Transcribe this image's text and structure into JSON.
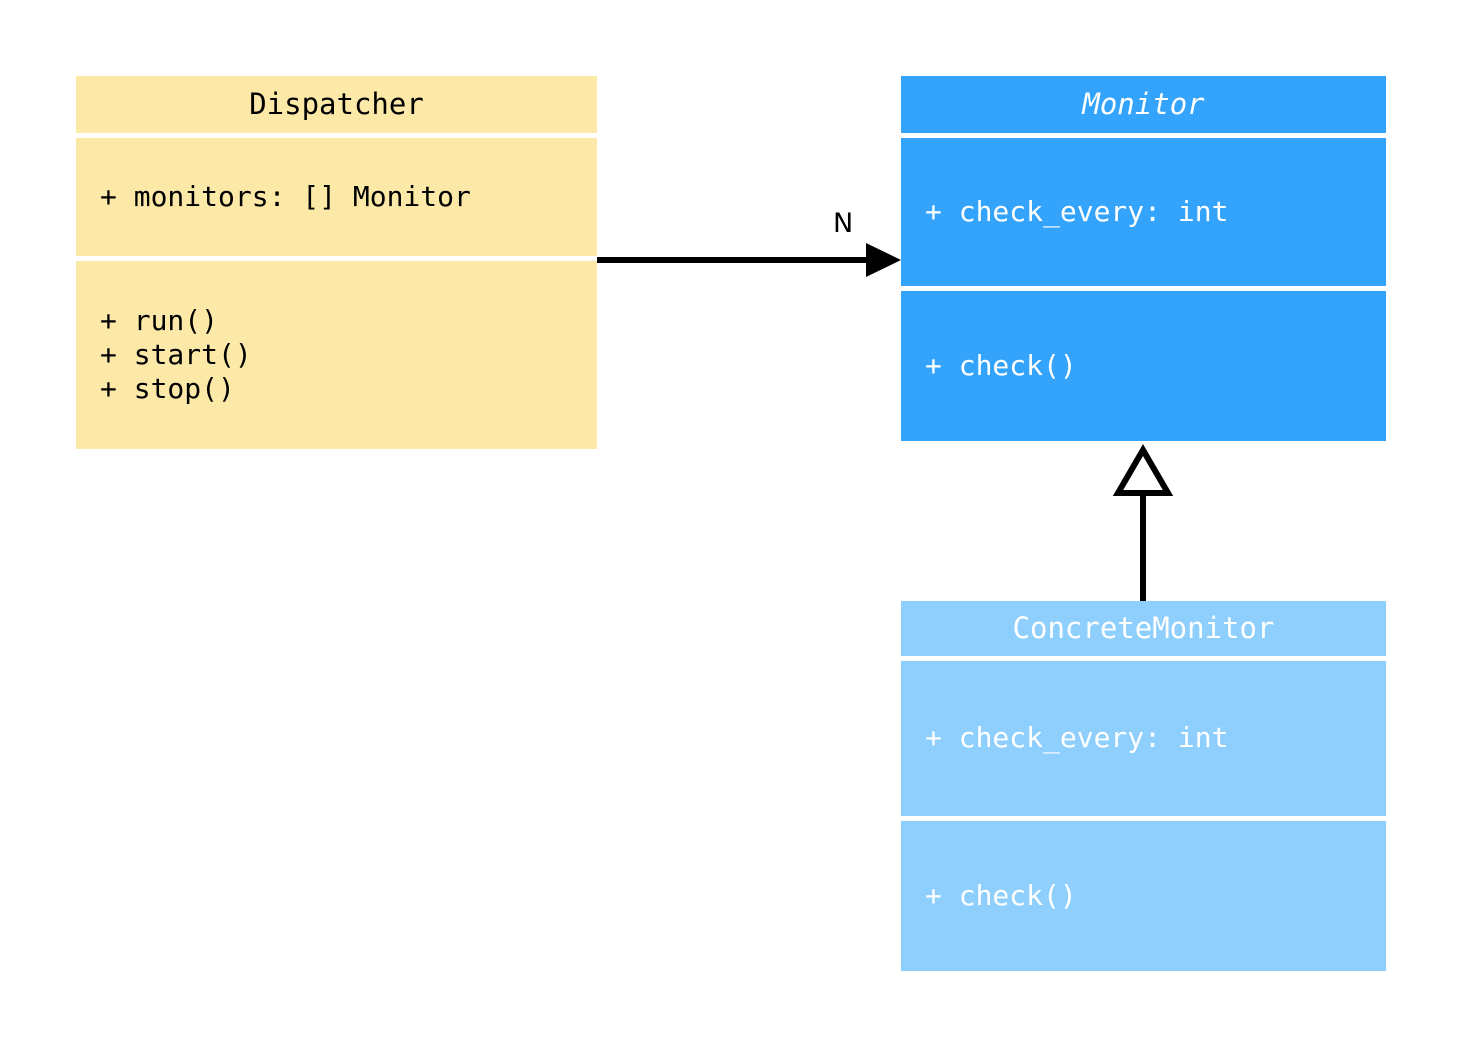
{
  "diagram": {
    "kind": "uml-class-diagram",
    "background_color": "#FFFFFF",
    "classes": [
      {
        "id": "dispatcher",
        "name": "Dispatcher",
        "abstract": false,
        "fill_color": "#FCE9A8",
        "text_color": "#000000",
        "attributes": [
          "+ monitors: [] Monitor"
        ],
        "operations": [
          "+ run()",
          "+ start()",
          "+ stop()"
        ]
      },
      {
        "id": "monitor",
        "name": "Monitor",
        "abstract": true,
        "fill_color": "#33A3FB",
        "text_color": "#FFFFFF",
        "attributes": [
          "+ check_every: int"
        ],
        "operations": [
          "+ check()"
        ]
      },
      {
        "id": "concretemonitor",
        "name": "ConcreteMonitor",
        "abstract": false,
        "fill_color": "#8FCFFD",
        "text_color": "#FFFFFF",
        "attributes": [
          "+ check_every: int"
        ],
        "operations": [
          "+ check()"
        ]
      }
    ],
    "relationships": [
      {
        "id": "dispatcher-to-monitor",
        "type": "association",
        "from": "Dispatcher",
        "to": "Monitor",
        "multiplicity_label": "N",
        "arrowhead": "filled-triangle",
        "line": "solid",
        "color": "#000000"
      },
      {
        "id": "concretemonitor-to-monitor",
        "type": "generalization",
        "from": "ConcreteMonitor",
        "to": "Monitor",
        "multiplicity_label": "",
        "arrowhead": "hollow-triangle",
        "line": "solid",
        "color": "#000000"
      }
    ]
  }
}
